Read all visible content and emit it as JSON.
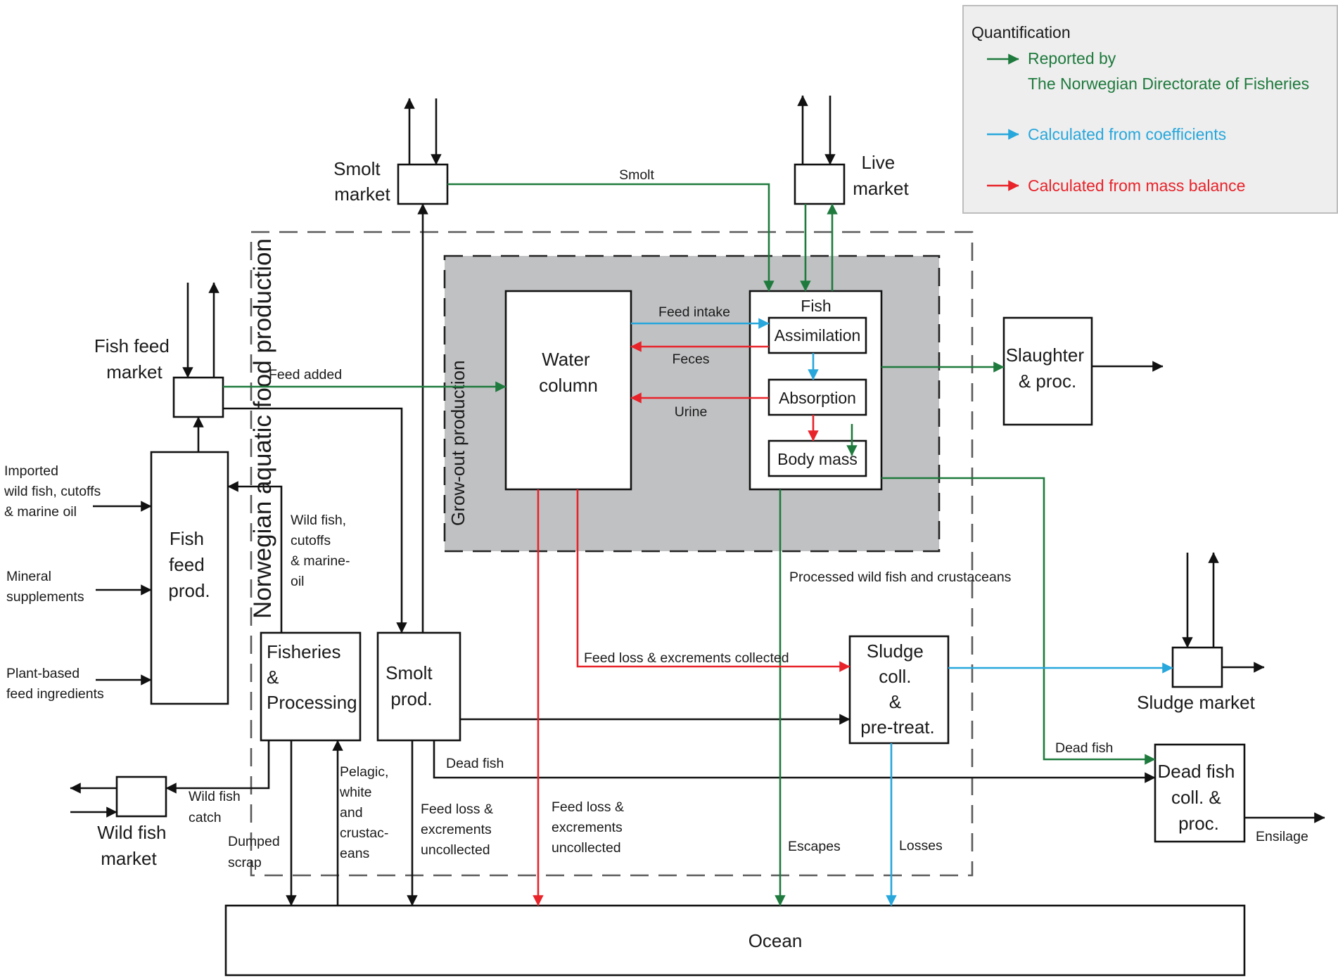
{
  "legend": {
    "title": "Quantification",
    "reported_line1": "Reported by",
    "reported_line2": "The Norwegian Directorate of Fisheries",
    "calculated_coeff": "Calculated from coefficients",
    "calculated_mass": "Calculated from mass balance",
    "colors": {
      "reported": "#1e7a3d",
      "coefficients": "#27a7dc",
      "mass_balance": "#e8232a"
    }
  },
  "regions": {
    "norwegian": "Norwegian aquatic food production",
    "growout": "Grow-out production"
  },
  "nodes": {
    "smolt_market": [
      "Smolt",
      "market"
    ],
    "live_market": [
      "Live",
      "market"
    ],
    "fish_feed_market": [
      "Fish feed",
      "market"
    ],
    "water_column": [
      "Water",
      "column"
    ],
    "fish": "Fish",
    "assimilation": "Assimilation",
    "absorption": "Absorption",
    "body_mass": "Body mass",
    "slaughter": [
      "Slaughter",
      "& proc."
    ],
    "fish_feed_prod": [
      "Fish",
      "feed",
      "prod."
    ],
    "fisheries": [
      "Fisheries",
      "&",
      "Processing"
    ],
    "smolt_prod": [
      "Smolt",
      "prod."
    ],
    "sludge_coll": [
      "Sludge",
      "coll.",
      "&",
      "pre-treat."
    ],
    "sludge_market": "Sludge market",
    "dead_fish_coll": [
      "Dead fish",
      "coll. &",
      "proc."
    ],
    "wild_fish_market": [
      "Wild fish",
      "market"
    ],
    "ocean": "Ocean"
  },
  "flows": {
    "smolt": "Smolt",
    "feed_intake": "Feed intake",
    "feces": "Feces",
    "urine": "Urine",
    "feed_added": "Feed added",
    "imported": [
      "Imported",
      "wild fish, cutoffs",
      "& marine oil"
    ],
    "mineral": [
      "Mineral",
      "supplements"
    ],
    "plant": [
      "Plant-based",
      "feed ingredients"
    ],
    "wild_fish_cutoffs": [
      "Wild fish,",
      "cutoffs",
      "& marine-",
      "oil"
    ],
    "processed_wild": "Processed wild fish and crustaceans",
    "feed_loss_collected": "Feed loss & excrements collected",
    "dead_fish_1": "Dead fish",
    "dead_fish_2": "Dead fish",
    "wild_fish_catch": [
      "Wild fish",
      "catch"
    ],
    "dumped_scrap": [
      "Dumped",
      "scrap"
    ],
    "pelagic": [
      "Pelagic,",
      "white",
      "and",
      "crustac-",
      "eans"
    ],
    "feed_loss_uncollected_1": [
      "Feed loss &",
      "excrements",
      "uncollected"
    ],
    "feed_loss_uncollected_2": [
      "Feed loss &",
      "excrements",
      "uncollected"
    ],
    "escapes": "Escapes",
    "losses": "Losses",
    "ensilage": "Ensilage"
  }
}
